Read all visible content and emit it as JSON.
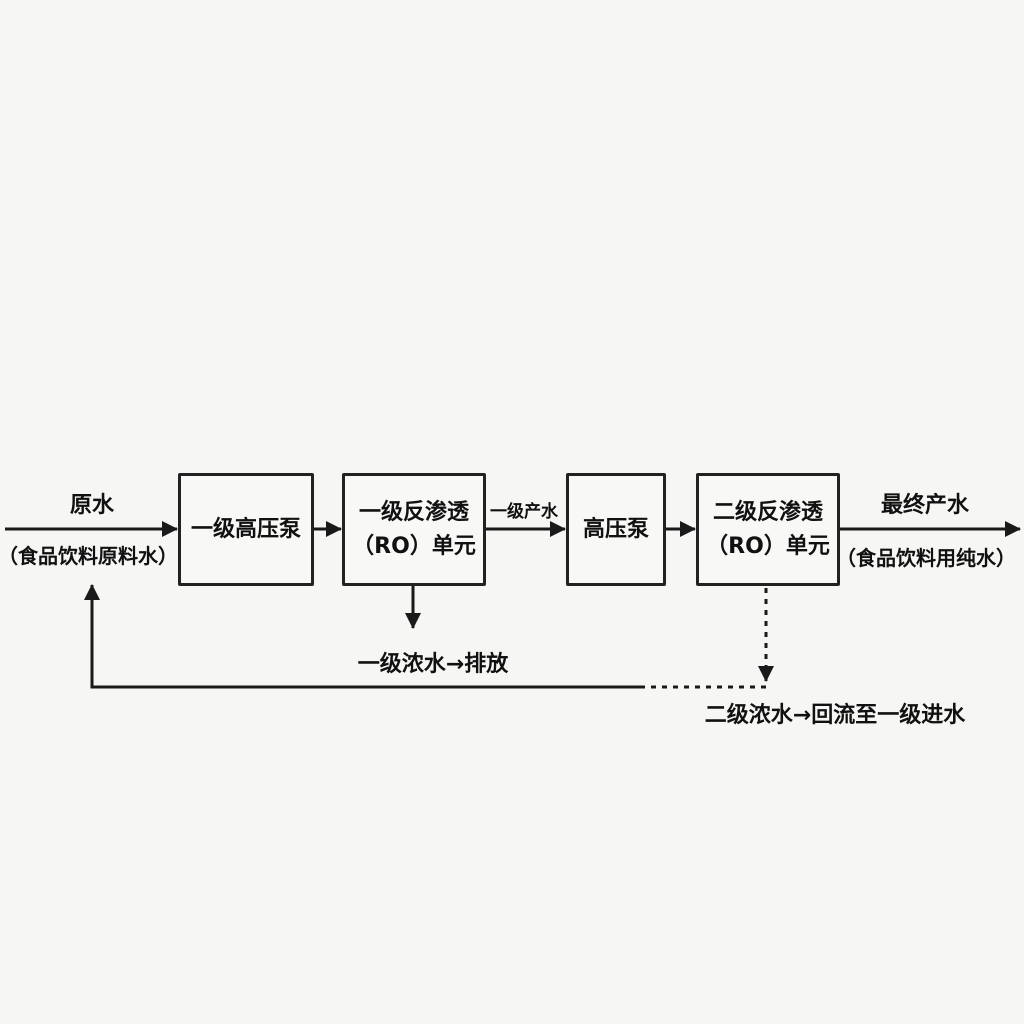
{
  "input": {
    "label": "原水",
    "sublabel": "（食品饮料原料水）"
  },
  "boxes": [
    {
      "line1": "一级高压泵"
    },
    {
      "line1": "一级反渗透",
      "line2": "（RO）单元"
    },
    {
      "line1": "高压泵"
    },
    {
      "line1": "二级反渗透",
      "line2": "（RO）单元"
    }
  ],
  "first_stage_permeate": "一级产水",
  "output": {
    "label": "最终产水",
    "sublabel": "（食品饮料用纯水）"
  },
  "first_stage_concentrate": "一级浓水→排放",
  "second_stage_concentrate": "二级浓水→回流至一级进水",
  "colors": {
    "line": "#1a1a1a",
    "background": "#f6f6f4"
  }
}
